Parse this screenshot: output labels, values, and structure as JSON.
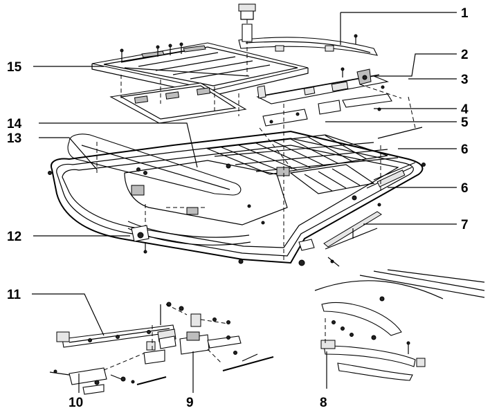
{
  "callouts": {
    "c1": "1",
    "c2": "2",
    "c3": "3",
    "c4": "4",
    "c5": "5",
    "c6a": "6",
    "c6b": "6",
    "c7": "7",
    "c8": "8",
    "c9": "9",
    "c10": "10",
    "c11": "11",
    "c12": "12",
    "c13": "13",
    "c14": "14",
    "c15": "15"
  }
}
